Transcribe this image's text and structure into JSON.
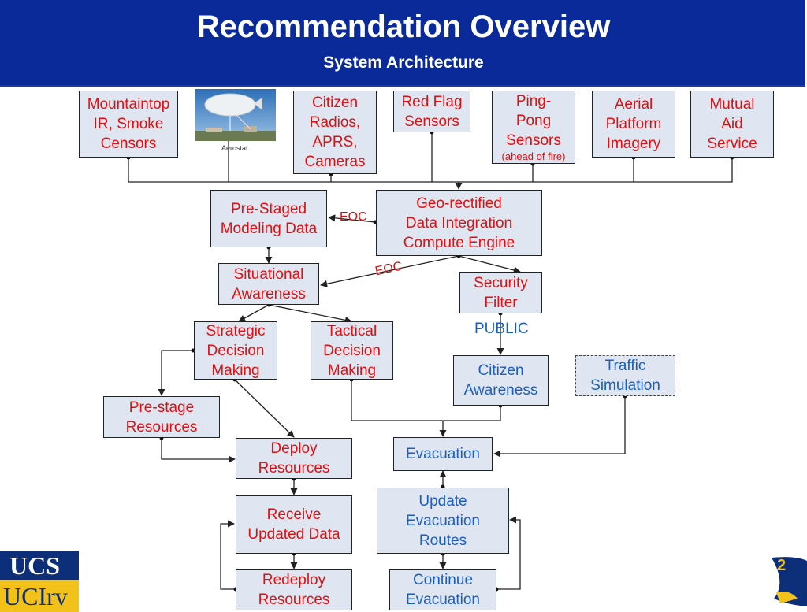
{
  "header": {
    "title": "Recommendation Overview",
    "subtitle": "System Architecture"
  },
  "nodes": {
    "mountaintop": [
      "Mountaintop",
      "IR, Smoke",
      "Censors"
    ],
    "aerostat_caption": "Aerostat",
    "citizen_radios": [
      "Citizen",
      "Radios,",
      "APRS,",
      "Cameras"
    ],
    "red_flag": [
      "Red Flag",
      "Sensors"
    ],
    "ping_pong": [
      "Ping-",
      "Pong",
      "Sensors"
    ],
    "ping_pong_note": "(ahead of fire)",
    "aerial": [
      "Aerial",
      "Platform",
      "Imagery"
    ],
    "mutual_aid": [
      "Mutual",
      "Aid",
      "Service"
    ],
    "pre_staged": [
      "Pre-Staged",
      "Modeling Data"
    ],
    "geo": [
      "Geo-rectified",
      "Data Integration",
      "Compute Engine"
    ],
    "situational": [
      "Situational",
      "Awareness"
    ],
    "security": [
      "Security",
      "Filter"
    ],
    "strategic": [
      "Strategic",
      "Decision",
      "Making"
    ],
    "tactical": [
      "Tactical",
      "Decision",
      "Making"
    ],
    "citizen_awareness": [
      "Citizen",
      "Awareness"
    ],
    "traffic": [
      "Traffic",
      "Simulation"
    ],
    "pre_stage_resources": [
      "Pre-stage",
      "Resources"
    ],
    "deploy": [
      "Deploy",
      "Resources"
    ],
    "evacuation": [
      "Evacuation"
    ],
    "receive": [
      "Receive",
      "Updated Data"
    ],
    "update_routes": [
      "Update",
      "Evacuation",
      "Routes"
    ],
    "redeploy": [
      "Redeploy",
      "Resources"
    ],
    "continue": [
      "Continue",
      "Evacuation"
    ]
  },
  "labels": {
    "eoc_top": "EOC",
    "eoc_mid": "EOC",
    "public": "PUBLIC"
  },
  "footer": {
    "logo_top": "UCS",
    "logo_bottom": "UCIrv",
    "page_number": "2"
  },
  "colors": {
    "header_bg": "#0a2a9a",
    "box_fill": "#dfe5f1",
    "red_text": "#e01010",
    "blue_text": "#1a5fc0"
  }
}
